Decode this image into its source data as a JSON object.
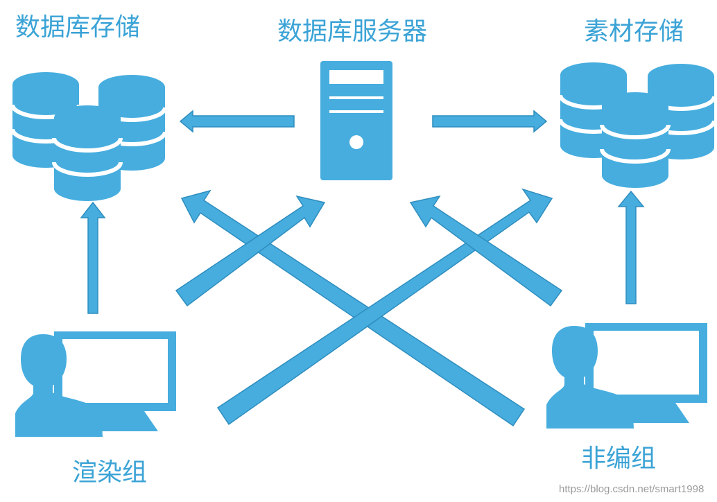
{
  "labels": {
    "database_storage": "数据库存储",
    "database_server": "数据库服务器",
    "asset_storage": "素材存储",
    "render_group": "渲染组",
    "nonlinear_edit_group": "非编组"
  },
  "watermark": "https://blog.csdn.net/smart1998",
  "colors": {
    "accent": "#46ADDE",
    "arrow_stroke": "#2E8DBE",
    "background": "#FFFFFF"
  },
  "icons": [
    "database-stack-icon",
    "server-tower-icon",
    "user-monitor-icon"
  ]
}
